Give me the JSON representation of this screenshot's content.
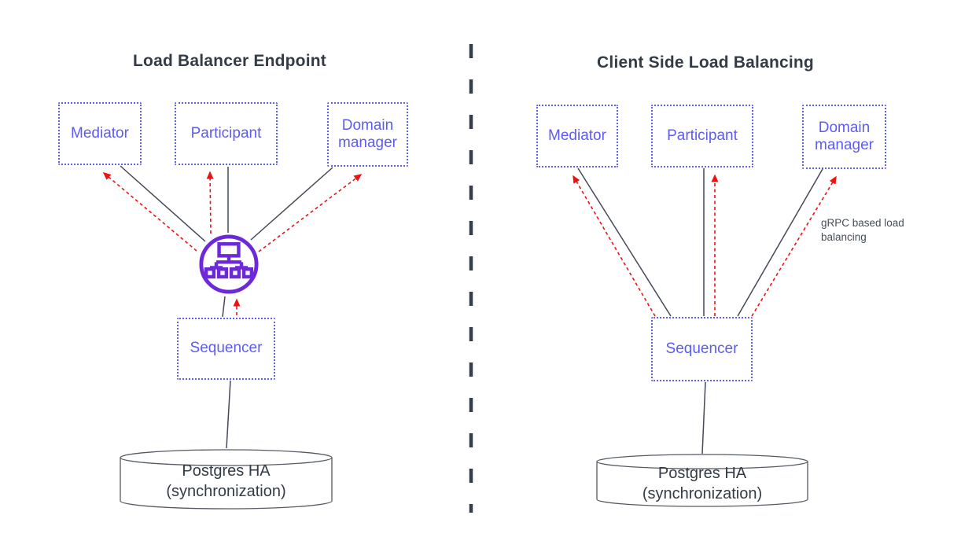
{
  "diagram": {
    "left_panel": {
      "title": "Load Balancer Endpoint",
      "nodes": {
        "mediator": "Mediator",
        "participant": "Participant",
        "domain_manager": "Domain manager",
        "sequencer": "Sequencer"
      },
      "icon": "load-balancer-network-tree-icon",
      "database": {
        "line1": "Postgres HA",
        "line2": "(synchronization)"
      }
    },
    "right_panel": {
      "title": "Client Side Load Balancing",
      "nodes": {
        "mediator": "Mediator",
        "participant": "Participant",
        "domain_manager": "Domain manager",
        "sequencer": "Sequencer"
      },
      "annotation": "gRPC based load balancing",
      "database": {
        "line1": "Postgres HA",
        "line2": "(synchronization)"
      }
    },
    "colors": {
      "node_blue": "#5c5cf2",
      "node_border_blue": "#5e5ef0",
      "icon_purple": "#6d28d9",
      "arrow_red": "#ee1111",
      "connector_dark": "#434a56",
      "text_dark": "#333b46",
      "divider_dark": "#343d4c"
    }
  }
}
